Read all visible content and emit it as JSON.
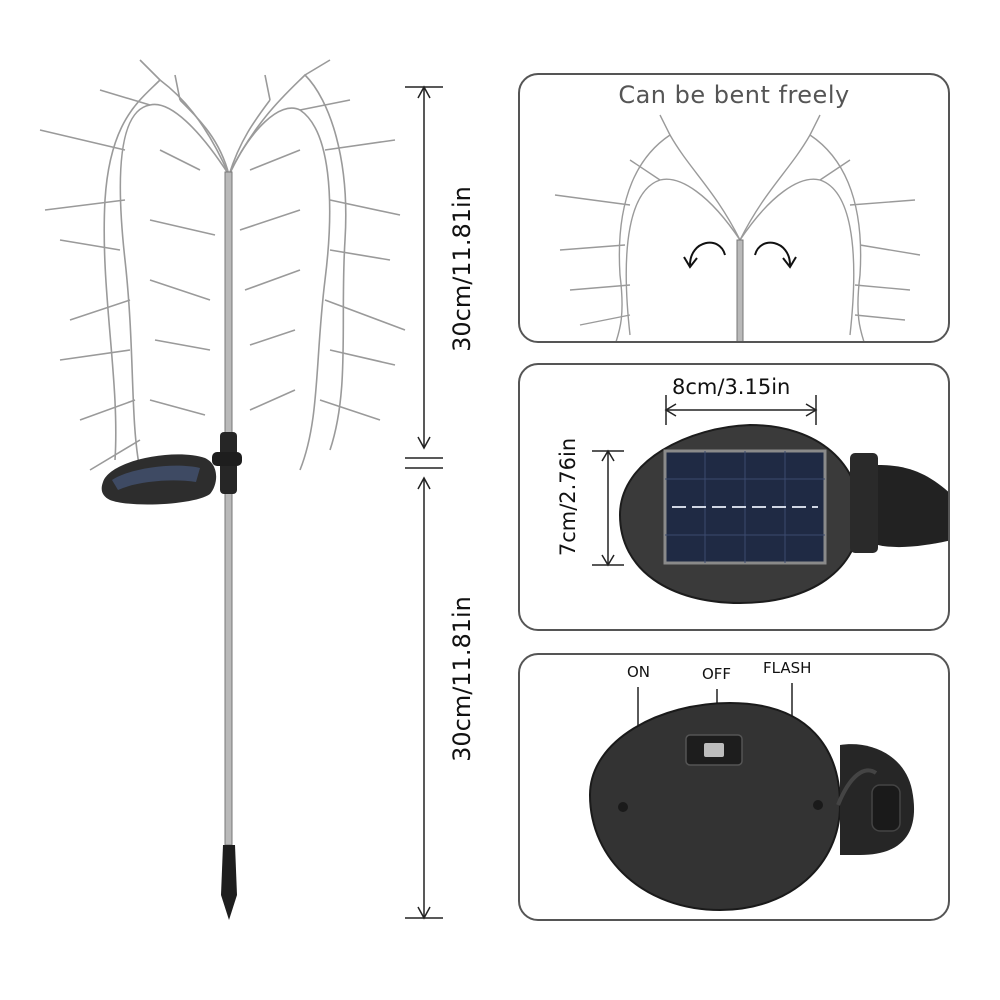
{
  "dimensions": {
    "upper_height": "30cm/11.81in",
    "lower_height": "30cm/11.81in"
  },
  "panels": {
    "bend": {
      "caption": "Can be bent freely"
    },
    "size": {
      "width_label": "8cm/3.15in",
      "height_label": "7cm/2.76in"
    },
    "switch": {
      "on_label": "ON",
      "off_label": "OFF",
      "flash_label": "FLASH"
    }
  },
  "colors": {
    "frame": "#555555",
    "wire": "#9a9a9a",
    "solar_cell": "#1f2a44",
    "housing": "#2b2b2b"
  }
}
